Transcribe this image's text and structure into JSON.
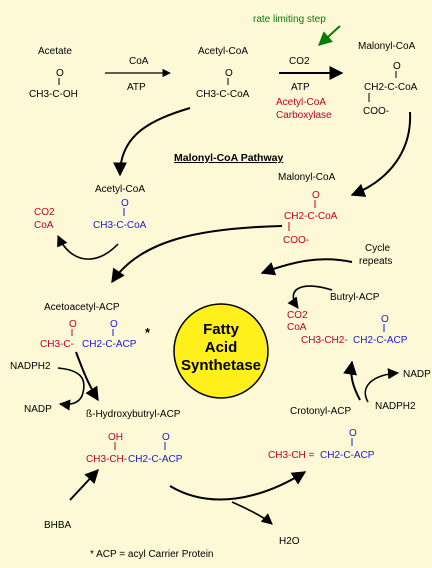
{
  "top": {
    "acetate": {
      "name": "Acetate",
      "o": "O",
      "formula": "CH3-C-OH"
    },
    "acetyl_coa": {
      "name": "Acetyl-CoA",
      "o": "O",
      "formula": "CH3-C-CoA"
    },
    "malonyl_coa": {
      "name": "Malonyl-CoA",
      "o": "O",
      "formula": "CH2-C-CoA",
      "coo": "COO-"
    },
    "step1": {
      "above": "CoA",
      "below": "ATP"
    },
    "step2": {
      "above": "CO2",
      "below": "ATP",
      "enzyme_line1": "Acetyl-CoA",
      "enzyme_line2": "Carboxylase"
    },
    "rate_limiting": "rate limiting step"
  },
  "pathway_title": "Malonyl-CoA Pathway",
  "left_acetyl": {
    "name": "Acetyl-CoA",
    "o": "O",
    "formula": "CH3-C-CoA",
    "co2": "CO2",
    "coa": "CoA"
  },
  "mid_malonyl": {
    "name": "Malonyl-CoA",
    "o": "O",
    "formula": "CH2-C-CoA",
    "coo": "COO-"
  },
  "cycle": {
    "line1": "Cycle",
    "line2": "repeats"
  },
  "acetoacetyl": {
    "name": "Acetoacetyl-ACP",
    "o1": "O",
    "o2": "O",
    "formula_a": "CH3-C-",
    "formula_b": "CH2-C-ACP",
    "star": "*"
  },
  "fas": {
    "line1": "Fatty",
    "line2": "Acid",
    "line3": "Synthetase"
  },
  "butyryl": {
    "name": "Butryl-ACP",
    "co2": "CO2",
    "coa": "CoA",
    "o": "O",
    "formula_a": "CH3-CH2-",
    "formula_b": "CH2-C-ACP"
  },
  "reduction": {
    "nadph": "NADPH2",
    "nadp": "NADP"
  },
  "hydroxybutyryl": {
    "name": "ß-Hydroxybutryl-ACP",
    "oh": "OH",
    "o": "O",
    "formula_a": "CH3-CH-",
    "formula_b": "CH2-C-ACP"
  },
  "crotonyl": {
    "name": "Crotonyl-ACP",
    "nadph": "NADPH2",
    "nadp": "NADP",
    "o": "O",
    "formula_a": "CH3-CH =",
    "formula_b": "CH2-C-ACP"
  },
  "bhba": "BHBA",
  "h2o": "H2O",
  "footnote": "* ACP = acyl Carrier Protein",
  "colors": {
    "background": "#fdf9d6",
    "red": "#c0002a",
    "blue": "#1a1ad0",
    "green": "#0a7a0a",
    "fas_fill": "#ffef1a"
  }
}
